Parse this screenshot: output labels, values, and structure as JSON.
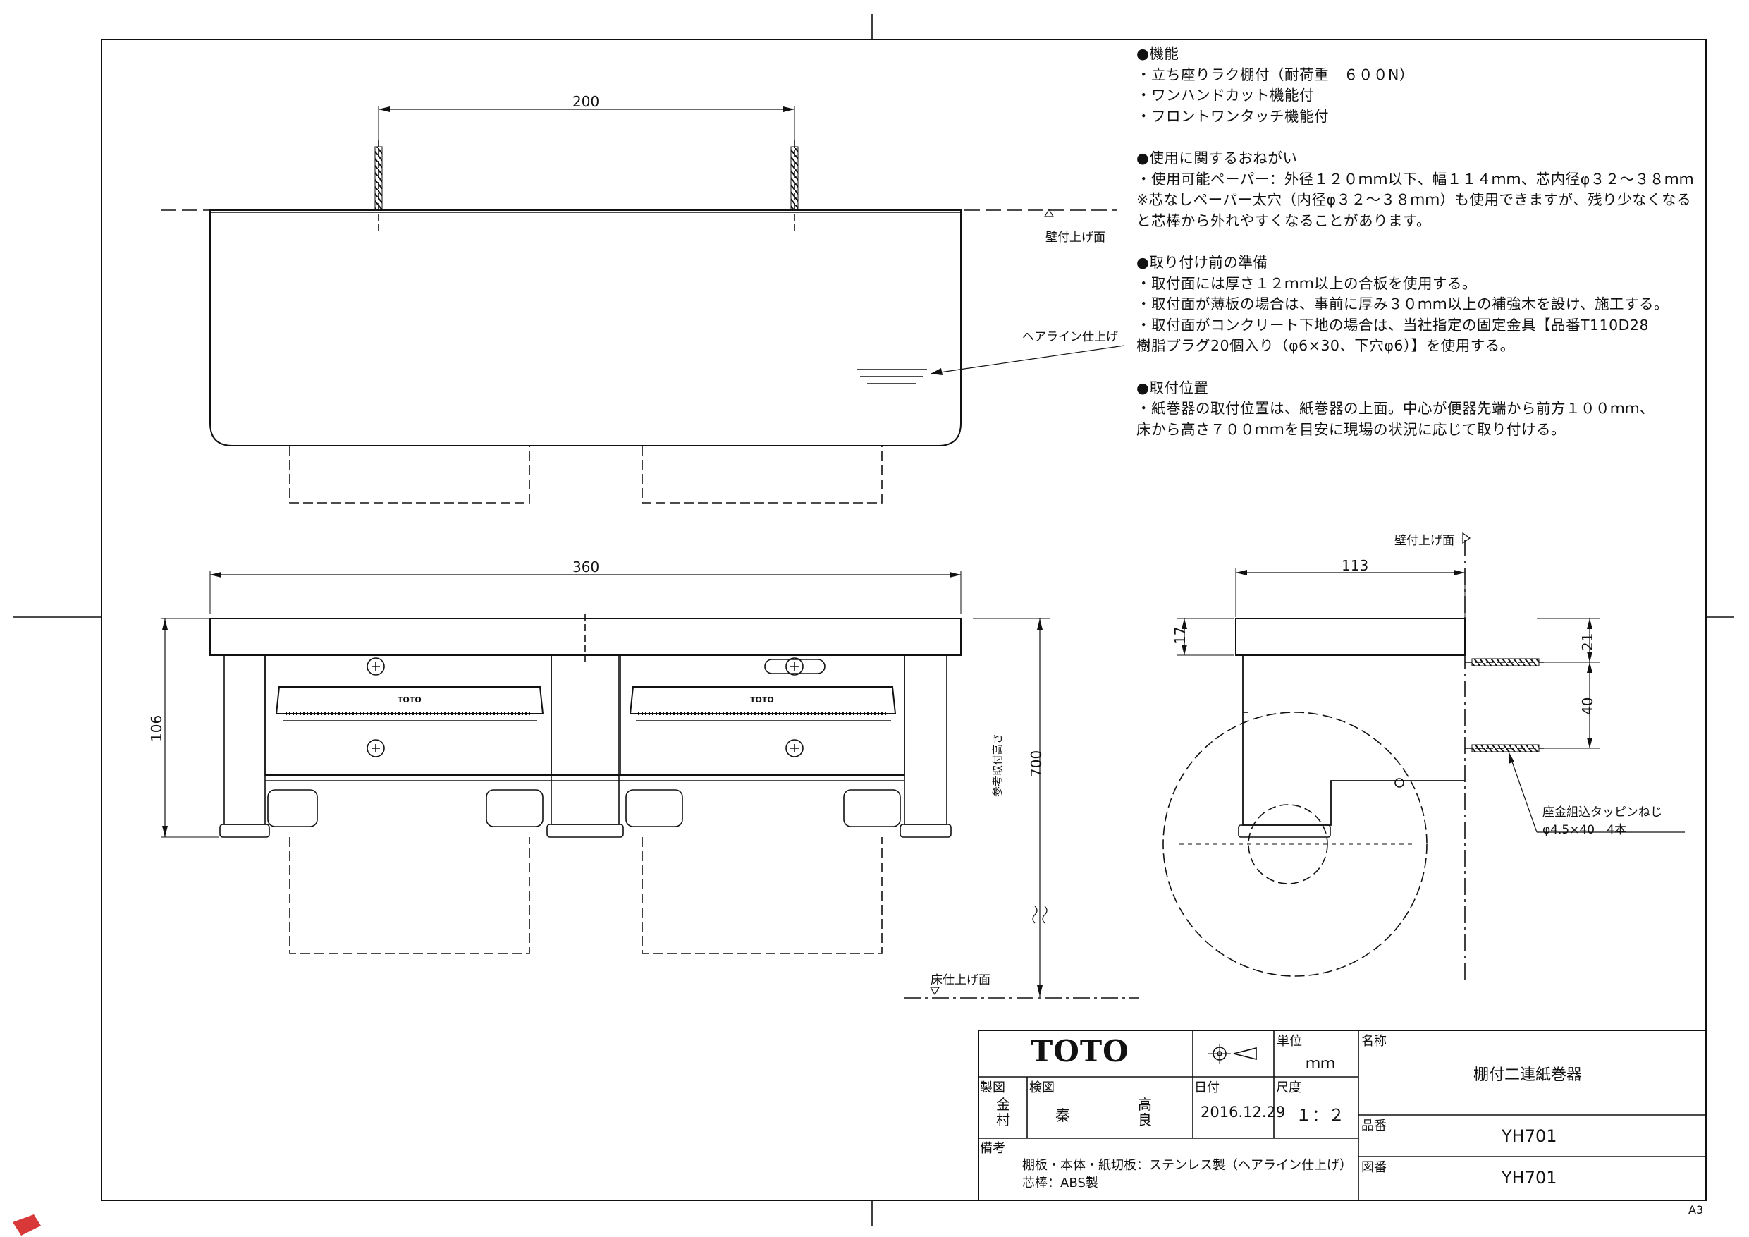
{
  "notes": {
    "function_heading": "●機能",
    "function_items": [
      "・立ち座りラク棚付（耐荷重　６００N）",
      "・ワンハンドカット機能付",
      "・フロントワンタッチ機能付"
    ],
    "usage_heading": "●使用に関するおねがい",
    "usage_items": [
      "・使用可能ペーパー：外径１２０ｍｍ以下、幅１１４ｍｍ、芯内径φ３２～３８ｍｍ",
      "※芯なしペーパー太穴（内径φ３２～３８ｍｍ）も使用できますが、残り少なくなる",
      "と芯棒から外れやすくなることがあります。"
    ],
    "prep_heading": "●取り付け前の準備",
    "prep_items": [
      "・取付面には厚さ１２ｍｍ以上の合板を使用する。",
      "・取付面が薄板の場合は、事前に厚み３０ｍｍ以上の補強木を設け、施工する。",
      "・取付面がコンクリート下地の場合は、当社指定の固定金具【品番T110D28",
      "樹脂プラグ20個入り（φ6×30、下穴φ6）】を使用する。"
    ],
    "position_heading": "●取付位置",
    "position_items": [
      "・紙巻器の取付位置は、紙巻器の上面。中心が便器先端から前方１００ｍｍ、",
      "床から高さ７００ｍｍを目安に現場の状況に応じて取り付ける。"
    ]
  },
  "labels": {
    "wall_finish_top": "壁付上げ面",
    "hairline_finish": "ヘアライン仕上げ",
    "wall_finish_side": "壁付上げ面",
    "floor_finish": "床仕上げ面",
    "ref_mount_height": "参考取付高さ",
    "screw_note_1": "座金組込タッピンねじ",
    "screw_note_2": "φ4.5×40　4本",
    "logo_on_cutter": "TOTO"
  },
  "dimensions": {
    "top_spacing": "200",
    "front_width": "360",
    "front_height": "106",
    "mount_height": "700",
    "side_depth": "113",
    "shelf_thickness": "17",
    "screw_offset": "21",
    "screw_spacing": "40"
  },
  "title_block": {
    "logo": "TOTO",
    "unit_label": "単位",
    "unit_value": "ｍｍ",
    "name_label": "名称",
    "name_value": "棚付二連紙巻器",
    "drawn_label": "製図",
    "drawn_value": "金村",
    "checked_label": "検図",
    "checked_value_1": "秦",
    "checked_value_2": "高良",
    "date_label": "日付",
    "date_value": "2016.12.29",
    "scale_label": "尺度",
    "scale_value": "１：２",
    "product_label": "品番",
    "product_value": "YH701",
    "remarks_label": "備考",
    "remarks_1": "棚板・本体・紙切板：ステンレス製（ヘアライン仕上げ）",
    "remarks_2": "芯棒：ABS製",
    "drawing_label": "図番",
    "drawing_value": "YH701"
  },
  "sheet_size": "A3"
}
